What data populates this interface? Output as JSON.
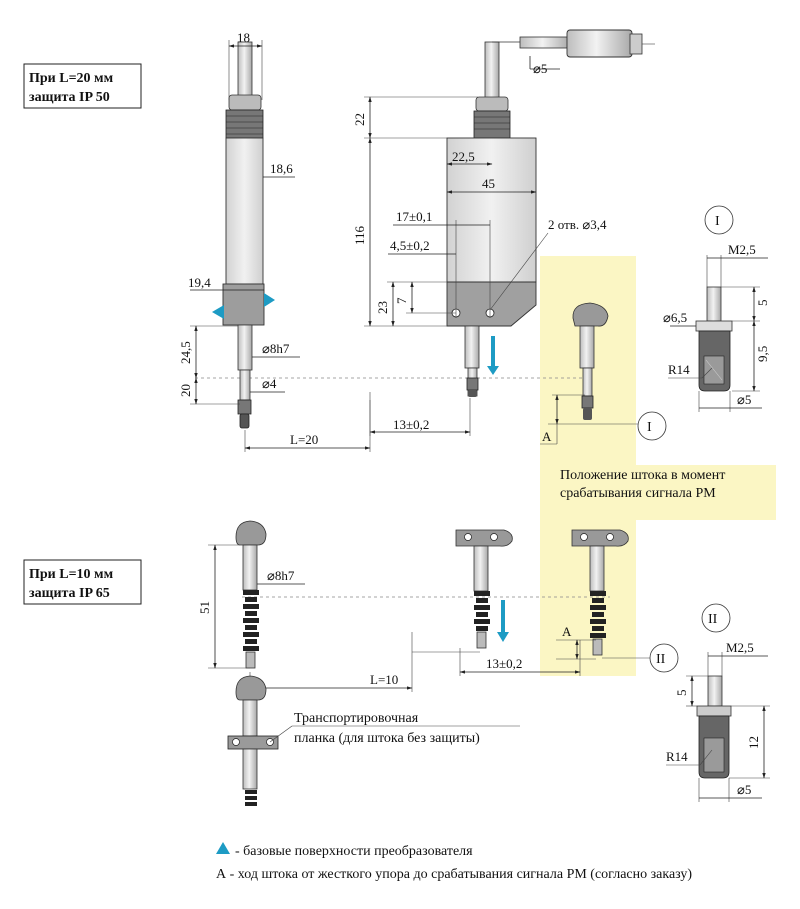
{
  "blocks": {
    "ip50_line1": "При L=20 мм",
    "ip50_line2": "защита IP 50",
    "ip65_line1": "При L=10 мм",
    "ip65_line2": "защита IP 65"
  },
  "dims": {
    "d18": "18",
    "d18_6": "18,6",
    "d19_4": "19,4",
    "d24_5": "24,5",
    "d8h7_top": "⌀8h7",
    "d20": "20",
    "d4": "⌀4",
    "L20": "L=20",
    "d5_cable": "⌀5",
    "d22": "22",
    "d116": "116",
    "d22_5": "22,5",
    "d45": "45",
    "d17": "17±0,1",
    "d4_5": "4,5±0,2",
    "holes": "2 отв. ⌀3,4",
    "d23": "23",
    "d7": "7",
    "d13_top": "13±0,2",
    "A_top": "A",
    "d51": "51",
    "d8h7_bottom": "⌀8h7",
    "L10": "L=10",
    "d13_bottom": "13±0,2",
    "A_bottom": "A"
  },
  "detail_I": {
    "marker": "I",
    "m2_5": "M2,5",
    "d5": "5",
    "d6_5": "⌀6,5",
    "d9_5": "9,5",
    "r14": "R14",
    "d5_bottom": "⌀5"
  },
  "detail_II": {
    "marker": "II",
    "m2_5": "M2,5",
    "d5": "5",
    "d12": "12",
    "r14": "R14",
    "d5_bottom": "⌀5"
  },
  "highlight": {
    "line1": "Положение штока в момент",
    "line2": "срабатывания сигнала РМ"
  },
  "transport": {
    "line1": "Транспортировочная",
    "line2": "планка (для штока без защиты)"
  },
  "legend": {
    "triangle_text": "- базовые поверхности преобразователя",
    "a_text": "А - ход штока от жесткого упора до срабатывания сигнала РМ (согласно заказу)"
  },
  "colors": {
    "highlight": "#fbf6c4",
    "accent": "#1d9bc4",
    "body_grey": "#e4e4e4",
    "dark_grey": "#9c9c9c"
  }
}
